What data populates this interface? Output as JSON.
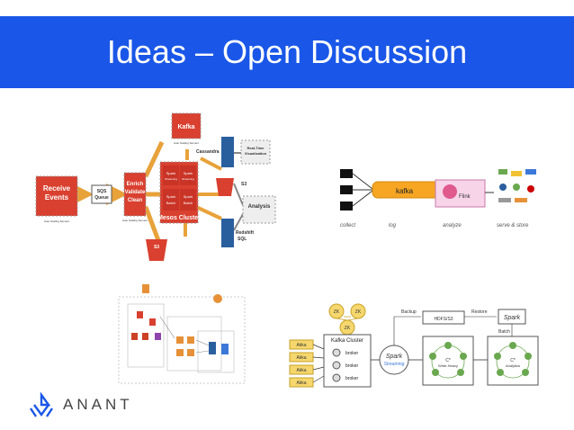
{
  "slide": {
    "title": "Ideas – Open Discussion",
    "header_color": "#1a57e8"
  },
  "diagram1": {
    "receive": [
      "Receive",
      "Events"
    ],
    "receive_sub": "Auto Scaling Servers",
    "sqs": [
      "SQS",
      "Queue"
    ],
    "enrich": [
      "Enrich",
      "Validate",
      "Clean"
    ],
    "enrich_sub": "Auto Scaling Servers",
    "kafka": "Kafka",
    "kafka_sub": "Auto Scaling Servers",
    "spark1": [
      "Spark",
      "Streaming"
    ],
    "spark2": [
      "Spark",
      "Streaming"
    ],
    "spark3": [
      "Spark",
      "Batch"
    ],
    "spark4": [
      "Spark",
      "Batch"
    ],
    "mesos": "Mesos Cluster",
    "cassandra": "Cassandra",
    "realtime": [
      "Real-Time",
      "Visualization"
    ],
    "s3_top": "S3",
    "analysis": "Analysis",
    "redshift": [
      "Redshift",
      "SQL"
    ],
    "s3_bottom": "S3",
    "red": "#d9402f",
    "orange": "#e8a23a"
  },
  "diagram2": {
    "kafka": "kafka",
    "flink": "Flink",
    "captions": [
      "collect",
      "log",
      "analyze",
      "serve & store"
    ]
  },
  "diagram4": {
    "zk": [
      "ZK",
      "ZK",
      "ZK"
    ],
    "kafka_cluster": "Kafka Cluster",
    "brokers": [
      "broker",
      "broker",
      "broker"
    ],
    "akka": [
      "Akka",
      "Akka",
      "Akka",
      "Akka"
    ],
    "backup": "Backup",
    "restore": "Restore",
    "hdfs": "HDFS/S3",
    "spark_streaming": [
      "Spark",
      "Streaming"
    ],
    "spark": "Spark",
    "c_write": [
      "C*",
      "Write-Heavy"
    ],
    "c_analytics": [
      "C*",
      "Analytics"
    ],
    "batch": "Batch"
  },
  "logo": {
    "text": "ANANT",
    "color": "#1a57e8"
  }
}
